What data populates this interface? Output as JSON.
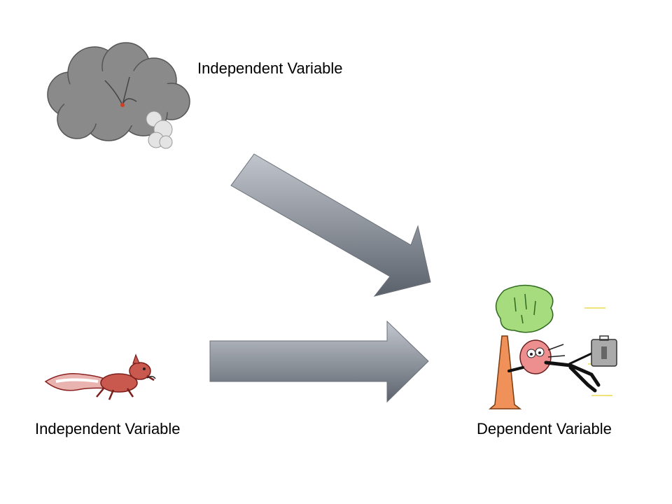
{
  "labels": {
    "top_independent": "Independent Variable",
    "bottom_independent": "Independent Variable",
    "dependent": "Dependent Variable"
  },
  "icons": {
    "cloud": "storm-cloud-icon",
    "squirrel": "squirrel-icon",
    "person_tree": "person-clinging-to-tree-in-wind-icon"
  },
  "colors": {
    "background": "#ffffff",
    "arrow_light": "#b9bec6",
    "arrow_dark": "#5f6570",
    "text": "#000000"
  }
}
